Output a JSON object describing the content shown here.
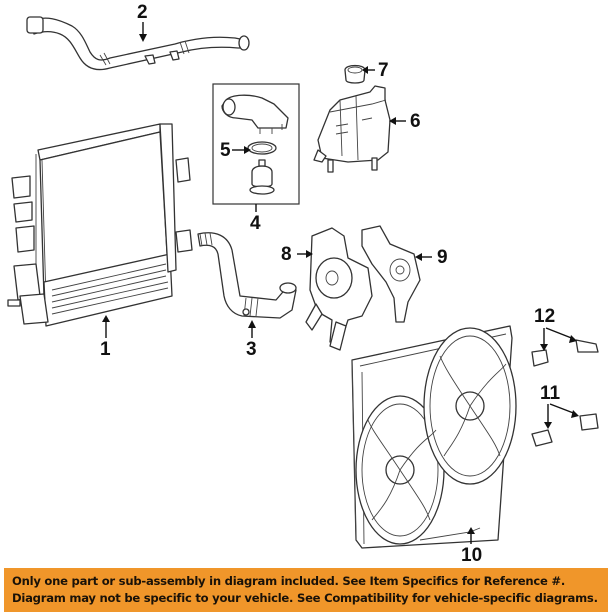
{
  "diagram": {
    "title": "Cooling system components",
    "callouts": [
      {
        "ref": "1",
        "part": "radiator"
      },
      {
        "ref": "2",
        "part": "upper-hose-pipe"
      },
      {
        "ref": "3",
        "part": "lower-hose"
      },
      {
        "ref": "4",
        "part": "thermostat-housing-assembly"
      },
      {
        "ref": "5",
        "part": "gasket"
      },
      {
        "ref": "6",
        "part": "coolant-reservoir"
      },
      {
        "ref": "7",
        "part": "reservoir-cap"
      },
      {
        "ref": "8",
        "part": "water-pump"
      },
      {
        "ref": "9",
        "part": "water-pump-gasket"
      },
      {
        "ref": "10",
        "part": "fan-assembly"
      },
      {
        "ref": "11",
        "part": "connector"
      },
      {
        "ref": "12",
        "part": "sensor"
      }
    ]
  },
  "banner": {
    "line1": "Only one part or sub-assembly in diagram included. See Item Specifics for Reference #.",
    "line2": "Diagram may not be specific to your vehicle. See Compatibility for vehicle-specific diagrams.",
    "background_color": "#f0962a"
  }
}
